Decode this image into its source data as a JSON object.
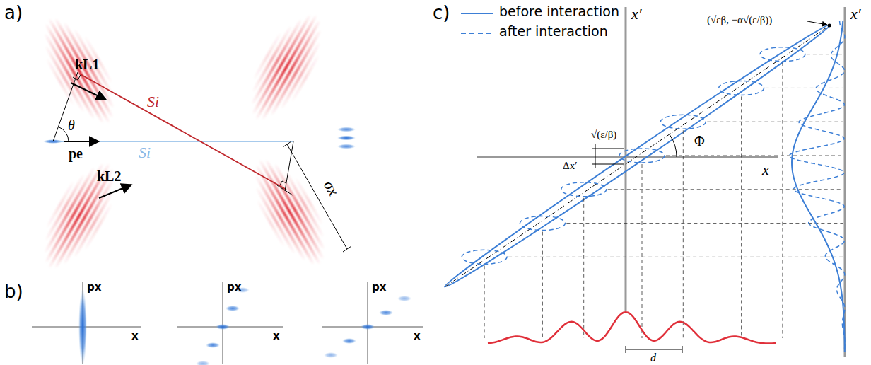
{
  "diagram": {
    "labels": [
      "a)",
      "kL1",
      "kL2",
      "pe",
      "Si",
      "Si",
      "θ",
      "σx",
      "b)",
      "px",
      "x",
      "px",
      "x",
      "px",
      "x",
      "c)",
      "x′",
      "x′",
      "x",
      "(√εβ, −α√(ε/β))",
      "√(ε/β)",
      "Δx′",
      "Φ",
      "d"
    ],
    "legend": [
      {
        "text": "before interaction"
      },
      {
        "text": "after interaction"
      }
    ]
  }
}
